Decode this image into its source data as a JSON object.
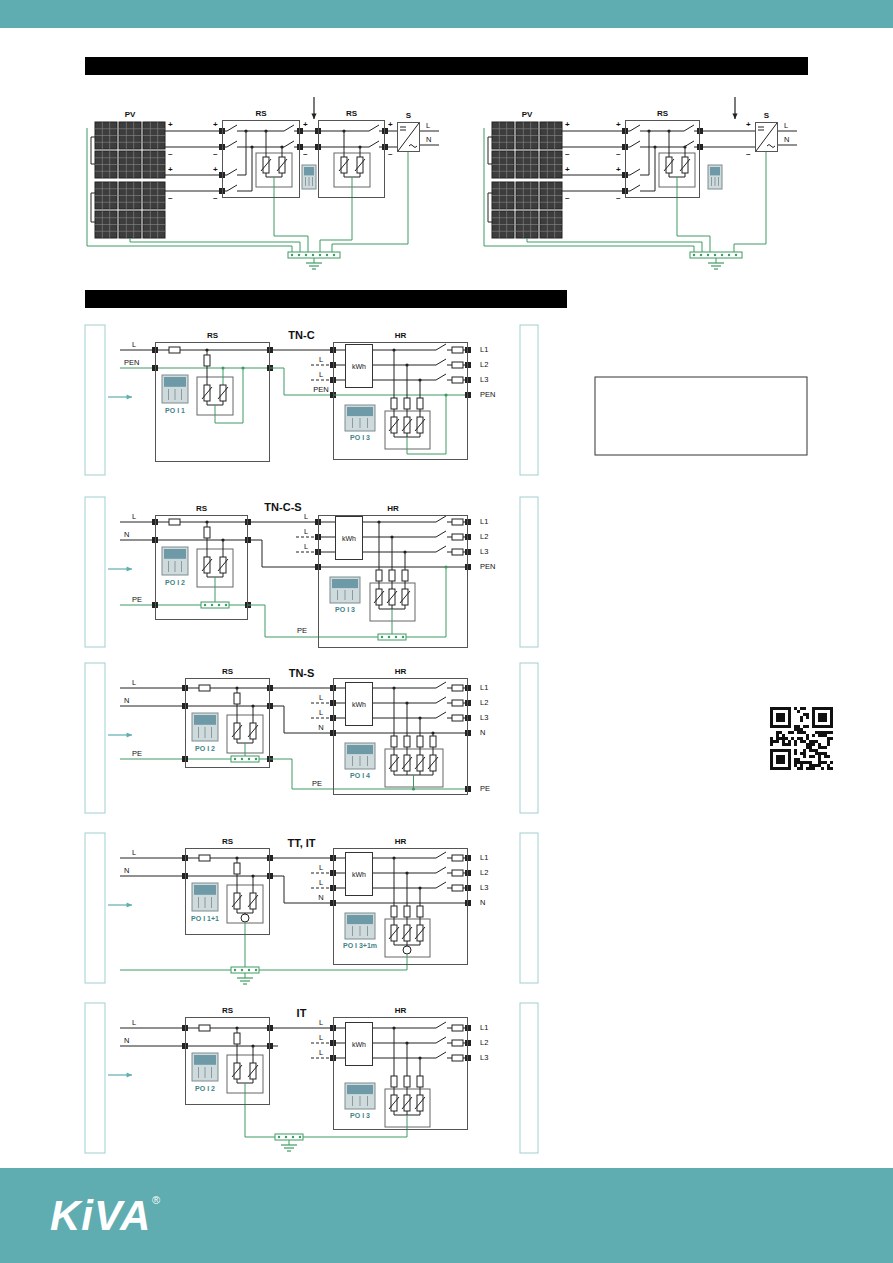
{
  "diagram": {
    "nodes": [
      {
        "text": [
          "PV"
        ]
      },
      {
        "text": [
          "RS"
        ]
      },
      {
        "text": [
          "RS"
        ]
      },
      {
        "text": [
          "S"
        ]
      },
      {
        "text": [
          "PV"
        ]
      },
      {
        "text": [
          "RS"
        ]
      },
      {
        "text": [
          "S"
        ]
      },
      {
        "text": [
          "RS"
        ]
      },
      {
        "text": [
          "HR"
        ]
      },
      {
        "text": [
          "kWh"
        ],
        "in": 8
      },
      {
        "text": [
          "RS"
        ]
      },
      {
        "text": [
          "HR"
        ]
      },
      {
        "text": [
          "kWh"
        ],
        "in": 11
      },
      {
        "text": [
          "RS"
        ]
      },
      {
        "text": [
          "HR"
        ]
      },
      {
        "text": [
          "kWh"
        ],
        "in": 14
      },
      {
        "text": [
          "RS"
        ]
      },
      {
        "text": [
          "HR"
        ]
      },
      {
        "text": [
          "kWh"
        ],
        "in": 17
      },
      {
        "text": [
          "RS"
        ]
      },
      {
        "text": [
          "HR"
        ]
      },
      {
        "text": [
          "kWh"
        ],
        "in": 20
      }
    ],
    "edges": [
      {
        "from": 0,
        "to": 1,
        "arrow": "none"
      },
      {
        "from": 1,
        "to": 2,
        "arrow": "none"
      },
      {
        "from": 2,
        "to": 3,
        "arrow": "none"
      },
      {
        "from": 4,
        "to": 5,
        "arrow": "none"
      },
      {
        "from": 5,
        "to": 6,
        "arrow": "none"
      },
      {
        "from": 7,
        "to": 8,
        "arrow": "none"
      },
      {
        "from": 10,
        "to": 11,
        "arrow": "none"
      },
      {
        "from": 13,
        "to": 14,
        "arrow": "none"
      },
      {
        "from": 16,
        "to": 17,
        "arrow": "none"
      },
      {
        "from": 19,
        "to": 20,
        "arrow": "none"
      }
    ],
    "labels": [
      "+",
      "–",
      "+",
      "–",
      "+",
      "–",
      "+",
      "–",
      "+",
      "–",
      "+",
      "–",
      "L",
      "N",
      "+",
      "–",
      "+",
      "–",
      "+",
      "–",
      "+",
      "–",
      "+",
      "–",
      "L",
      "N",
      "TN-C",
      "L",
      "PEN",
      "PO I 1",
      "L",
      "L",
      "PEN",
      "L1",
      "L2",
      "L3",
      "PEN",
      "PO I 3",
      "TN-C-S",
      "L",
      "N",
      "PE",
      "PO I 2",
      "L",
      "L",
      "L",
      "L1",
      "L2",
      "L3",
      "PEN",
      "PE",
      "PO I 3",
      "TN-S",
      "L",
      "N",
      "PE",
      "PO I 2",
      "L",
      "L",
      "N",
      "L1",
      "L2",
      "L3",
      "N",
      "PE",
      "PE",
      "PO I 4",
      "TT, IT",
      "L",
      "N",
      "PO I 1+1",
      "L",
      "L",
      "N",
      "L1",
      "L2",
      "L3",
      "N",
      "PO I 3+1m",
      "IT",
      "L",
      "N",
      "PO I 2",
      "L",
      "L",
      "L",
      "L1",
      "L2",
      "L3",
      "PO I 3",
      "KiVA",
      "®"
    ]
  }
}
